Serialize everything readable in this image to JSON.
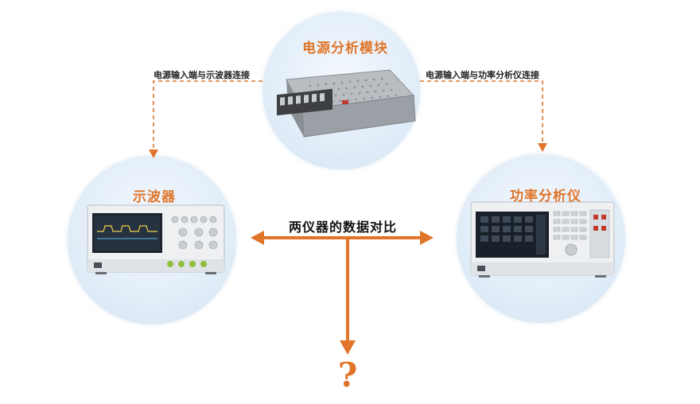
{
  "nodes": {
    "power_module": {
      "title": "电源分析模块"
    },
    "oscilloscope": {
      "title": "示波器"
    },
    "power_analyzer": {
      "title": "功率分析仪"
    }
  },
  "connections": {
    "left_label": "电源输入端与示波器连接",
    "right_label": "电源输入端与功率分析仪连接"
  },
  "comparison": {
    "label": "两仪器的数据对比",
    "result_symbol": "?"
  },
  "colors": {
    "accent": "#e0752a",
    "circle": "#e3eef9"
  }
}
